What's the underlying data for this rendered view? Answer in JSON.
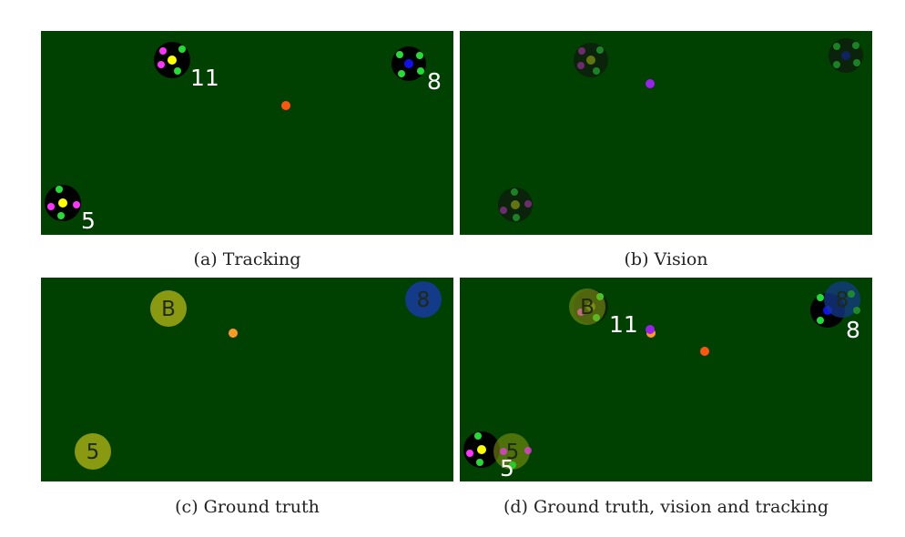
{
  "figure": {
    "panels": [
      {
        "caption": "(a) Tracking",
        "labels": {
          "robot_top": "11",
          "robot_right": "8",
          "robot_bottom": "5"
        }
      },
      {
        "caption": "(b) Vision"
      },
      {
        "caption": "(c) Ground truth",
        "labels": {
          "gt_top": "B",
          "gt_right": "8",
          "gt_bottom": "5"
        }
      },
      {
        "caption": "(d) Ground truth, vision and tracking",
        "labels": {
          "robot_top": "11",
          "robot_right": "8",
          "robot_bottom": "5",
          "gt_top": "B",
          "gt_right": "8",
          "gt_bottom": "5"
        }
      }
    ],
    "colors": {
      "field": "#004000",
      "robot_body": "#000000",
      "marker_green": "#22dd33",
      "marker_magenta": "#ff33ff",
      "center_yellow": "#ffff00",
      "center_blue": "#1111ee",
      "ball_orange": "#ff5511",
      "ball_purple": "#9922ee",
      "ball_gt": "#ff9922",
      "gt_yellow": "#8a9a10",
      "gt_blue": "#143a8a"
    }
  }
}
